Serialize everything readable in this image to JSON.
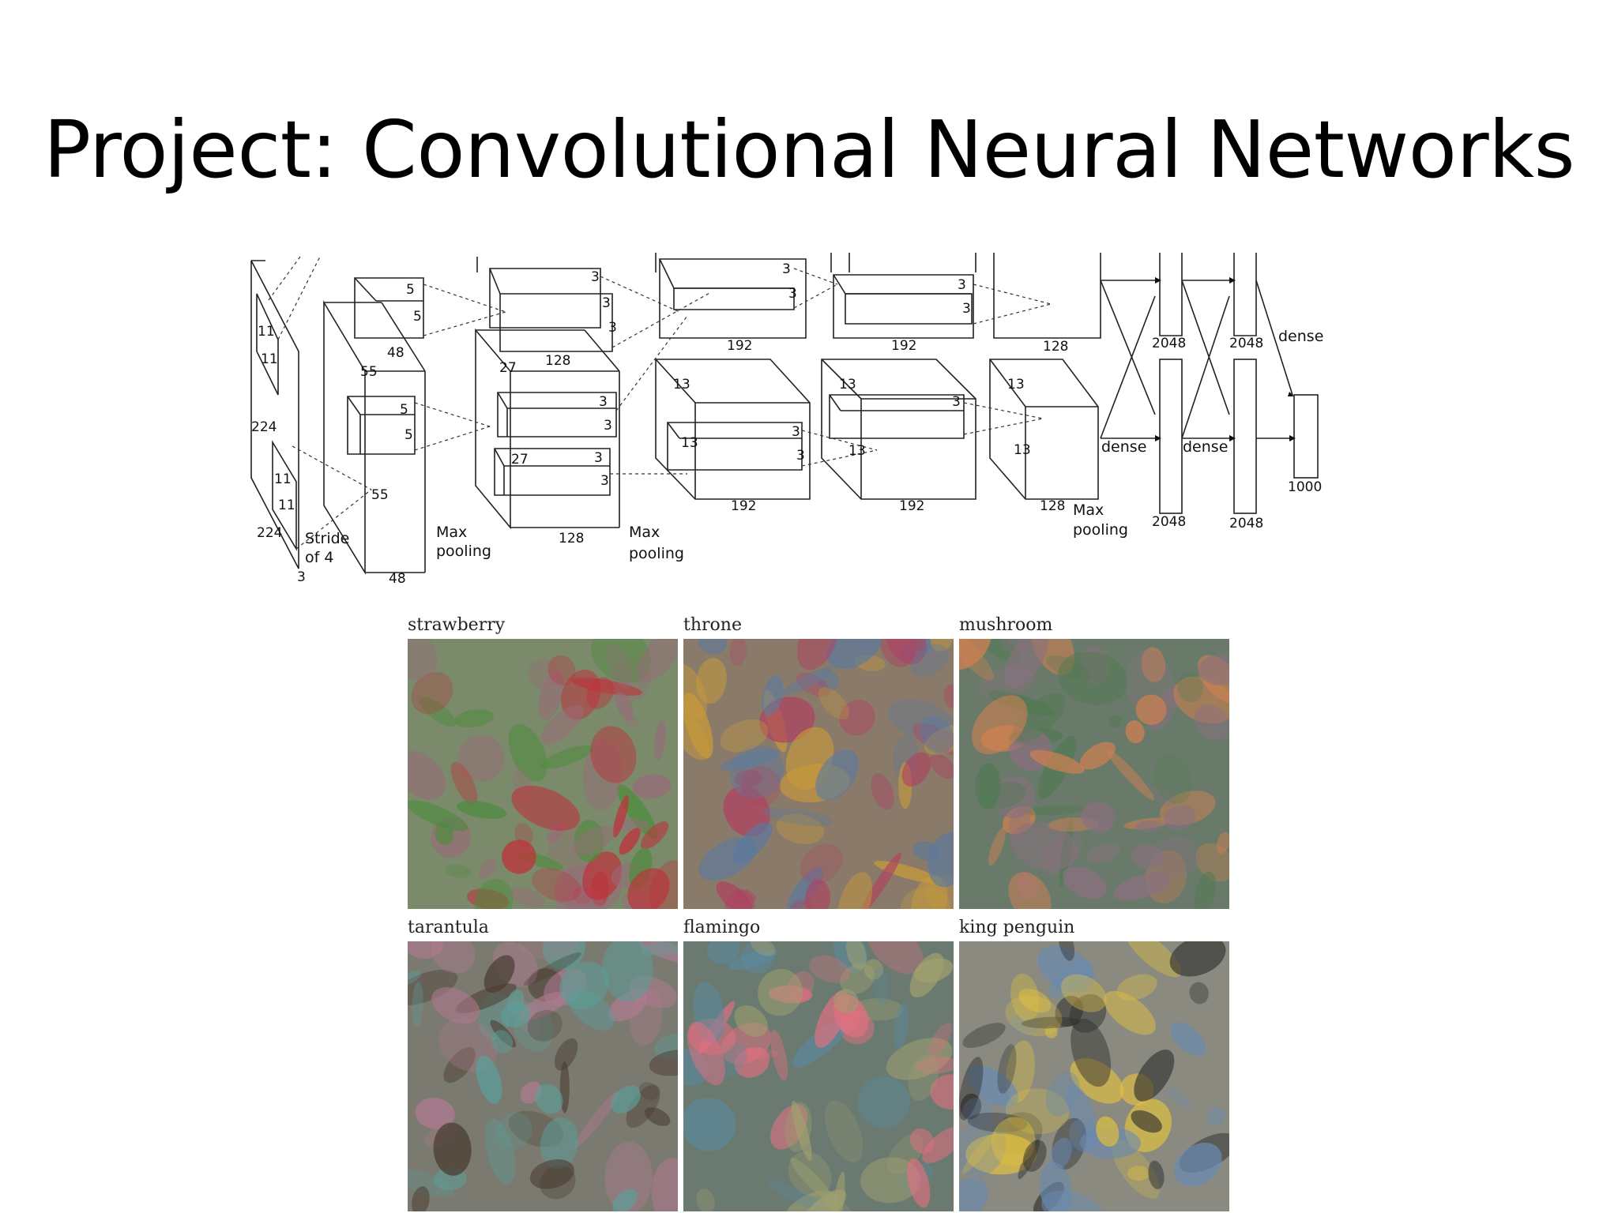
{
  "slide": {
    "title": "Project: Convolutional Neural Networks"
  },
  "network_labels": {
    "l224_side": "224",
    "l224_bottom": "224",
    "l3": "3",
    "k11a": "11",
    "k11b": "11",
    "k11c": "11",
    "k11d": "11",
    "stride1": "Stride",
    "stride2": "of 4",
    "l55a": "55",
    "l55b": "55",
    "l48top": "48",
    "l48bottom": "48",
    "k5a": "5",
    "k5b": "5",
    "k5c": "5",
    "k5d": "5",
    "maxpool1a": "Max",
    "maxpool1b": "pooling",
    "l27a": "27",
    "l27b": "27",
    "l128top": "128",
    "l128bottom": "128",
    "k3a": "3",
    "k3b": "3",
    "k3c": "3",
    "k3d": "3",
    "k3e": "3",
    "k3f": "3",
    "k3g": "3",
    "k3h": "3",
    "k3i": "3",
    "k3j": "3",
    "k3k": "3",
    "k3l": "3",
    "k3m": "3",
    "k3n": "3",
    "maxpool2a": "Max",
    "maxpool2b": "pooling",
    "l192a": "192",
    "l192b": "192",
    "l192c": "192",
    "l192d": "192",
    "l13a": "13",
    "l13b": "13",
    "l13c": "13",
    "l13d": "13",
    "l13e": "13",
    "l13f": "13",
    "l128c": "128",
    "l128d": "128",
    "maxpool3a": "Max",
    "maxpool3b": "pooling",
    "dense1": "dense",
    "dense2": "dense",
    "dense3": "dense",
    "l2048a": "2048",
    "l2048b": "2048",
    "l2048c": "2048",
    "l2048d": "2048",
    "l1000": "1000"
  },
  "panels": [
    {
      "caption": "strawberry",
      "palette": [
        "#7a8a6a",
        "#c0303a",
        "#4f8c3e",
        "#9a6a7a"
      ]
    },
    {
      "caption": "throne",
      "palette": [
        "#8a7a6a",
        "#c79a3a",
        "#b04060",
        "#5a7aa0"
      ]
    },
    {
      "caption": "mushroom",
      "palette": [
        "#6a7a6a",
        "#d08050",
        "#8a7080",
        "#4f7a50"
      ]
    },
    {
      "caption": "tarantula",
      "palette": [
        "#7a7a70",
        "#4a3a30",
        "#b07a90",
        "#5aa09a"
      ]
    },
    {
      "caption": "flamingo",
      "palette": [
        "#6a7a70",
        "#e07080",
        "#5a8aa0",
        "#a0a070"
      ]
    },
    {
      "caption": "king penguin",
      "palette": [
        "#8a8a80",
        "#e0c040",
        "#303030",
        "#6a8ab0"
      ]
    }
  ]
}
